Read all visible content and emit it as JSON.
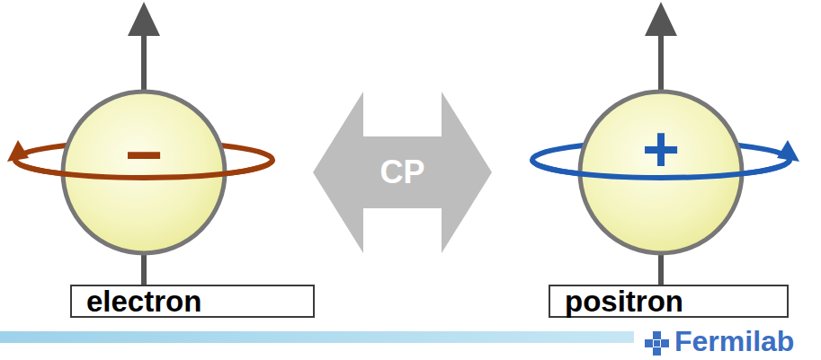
{
  "diagram": {
    "nodes": [
      {
        "text": [
          "−"
        ]
      },
      {
        "text": [
          "+"
        ]
      },
      {
        "text": [
          "electron"
        ]
      },
      {
        "text": [
          "positron"
        ]
      }
    ],
    "edges": [
      {
        "from": 0,
        "to": 1,
        "arrow": "both",
        "label": "CP"
      }
    ],
    "labels": [
      "Fermilab"
    ]
  }
}
